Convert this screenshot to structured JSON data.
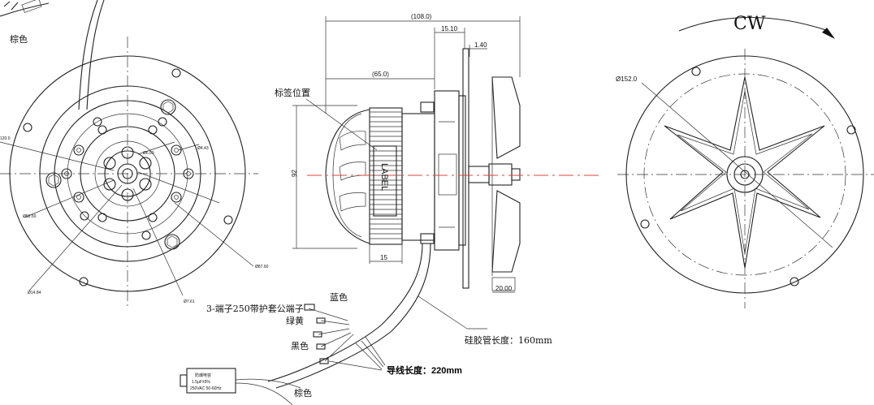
{
  "left_view": {
    "color_label_top": "棕色",
    "dims": {
      "d20": "120.0",
      "d50": "Ø50.50",
      "d14": "Ø14.84",
      "d6": "Ø6.50",
      "d4": "Ø4.43",
      "d87": "Ø87.60",
      "d7": "Ø7.61"
    }
  },
  "center_view": {
    "dims": {
      "overall": "(108.0)",
      "depth65": "(65.0)",
      "d1510": "15.10",
      "d140": "1.40",
      "height92": "92",
      "d15": "15",
      "d2000": "20.00"
    },
    "label_position": "标签位置",
    "label_text": "LABEL",
    "silicone_tube": "硅胶管长度：160mm",
    "terminal": "3-端子250带护套公端子",
    "wire_blue": "蓝色",
    "wire_green_yellow": "绿黄",
    "wire_black": "黑色",
    "wire_brown": "棕色",
    "wire_length": "导线长度：220mm",
    "capacitor_lines": [
      "防爆电容",
      "1.5μF±5%",
      "250VAC 50-60Hz"
    ]
  },
  "right_view": {
    "rotation": "CW",
    "diameter": "Ø152.0"
  }
}
